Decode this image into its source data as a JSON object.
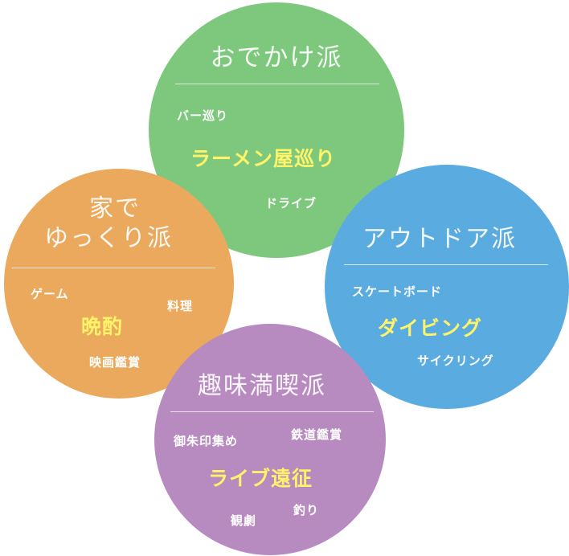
{
  "colors": {
    "outing": "#7ec87e",
    "home": "#eaa95c",
    "outdoor": "#5aace0",
    "hobby": "#b78bc0",
    "highlight": "#fff36a",
    "text": "#ffffff"
  },
  "groups": {
    "outing": {
      "title": "おでかけ派",
      "items": [
        "バー巡り",
        "ドライブ"
      ],
      "highlight": "ラーメン屋巡り"
    },
    "home": {
      "title_line1": "家で",
      "title_line2": "ゆっくり派",
      "items": [
        "ゲーム",
        "料理",
        "映画鑑賞"
      ],
      "highlight": "晩酌"
    },
    "outdoor": {
      "title": "アウトドア派",
      "items": [
        "スケートボード",
        "サイクリング"
      ],
      "highlight": "ダイビング"
    },
    "hobby": {
      "title": "趣味満喫派",
      "items": [
        "御朱印集め",
        "鉄道鑑賞",
        "観劇",
        "釣り"
      ],
      "highlight": "ライブ遠征"
    }
  }
}
